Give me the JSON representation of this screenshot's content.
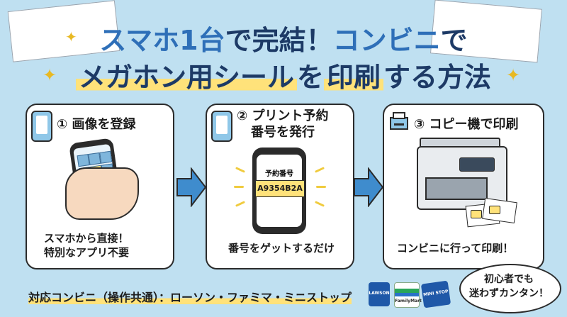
{
  "title": {
    "line1_a": "スマホ1台",
    "line1_b": "で完結！",
    "line1_c": "コンビニ",
    "line1_d": "で",
    "line2_a": "メガホン用シール",
    "line2_b": "を",
    "line2_c": "印刷",
    "line2_d": "する方法"
  },
  "steps": [
    {
      "number": "①",
      "title": "画像を登録",
      "caption_line1": "スマホから直接！",
      "caption_line2": "特別なアプリ不要"
    },
    {
      "number": "②",
      "title_line1": "プリント予約",
      "title_line2": "番号を発行",
      "screen_label": "予約番号",
      "code": "A9354B2A",
      "caption": "番号をゲットするだけ"
    },
    {
      "number": "③",
      "title": "コピー機で印刷",
      "caption": "コンビニに行って印刷！"
    }
  ],
  "footer": {
    "supported_label": "対応コンビニ（操作共通）：ローソン・ファミマ・ミニストップ",
    "logos": [
      "LAWSON",
      "FamilyMart",
      "MINI STOP"
    ]
  },
  "bubble": {
    "line1": "初心者でも",
    "line2": "迷わずカンタン！"
  },
  "colors": {
    "background": "#bfe0f1",
    "title": "#1d3a66",
    "accent_blue": "#2e6fb8",
    "highlight": "#ffe27a",
    "arrow": "#3f8ccd"
  }
}
